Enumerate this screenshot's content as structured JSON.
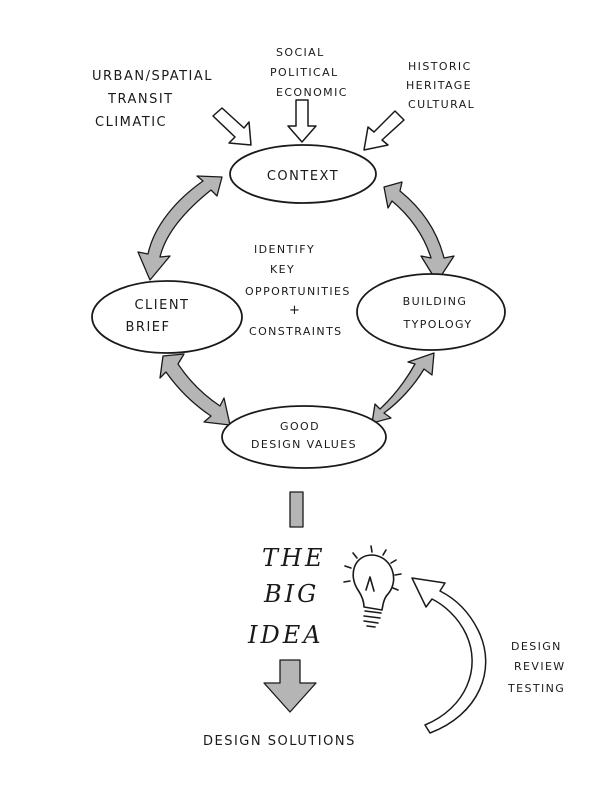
{
  "inputs": {
    "urban": [
      "URBAN/SPATIAL",
      "TRANSIT",
      "CLIMATIC"
    ],
    "social": [
      "SOCIAL",
      "POLITICAL",
      "ECONOMIC"
    ],
    "historic": [
      "HISTORIC",
      "HERITAGE",
      "CULTURAL"
    ]
  },
  "nodes": {
    "context": "CONTEXT",
    "client_brief": [
      "CLIENT",
      "BRIEF"
    ],
    "building_typology": [
      "BUILDING",
      "TYPOLOGY"
    ],
    "good_design_values": [
      "GOOD",
      "DESIGN VALUES"
    ]
  },
  "center": [
    "IDENTIFY",
    "KEY",
    "OPPORTUNITIES",
    "+",
    "CONSTRAINTS"
  ],
  "big_idea": [
    "THE",
    "BIG",
    "IDEA"
  ],
  "feedback": [
    "DESIGN",
    "REVIEW",
    "TESTING"
  ],
  "outcome": "DESIGN SOLUTIONS"
}
